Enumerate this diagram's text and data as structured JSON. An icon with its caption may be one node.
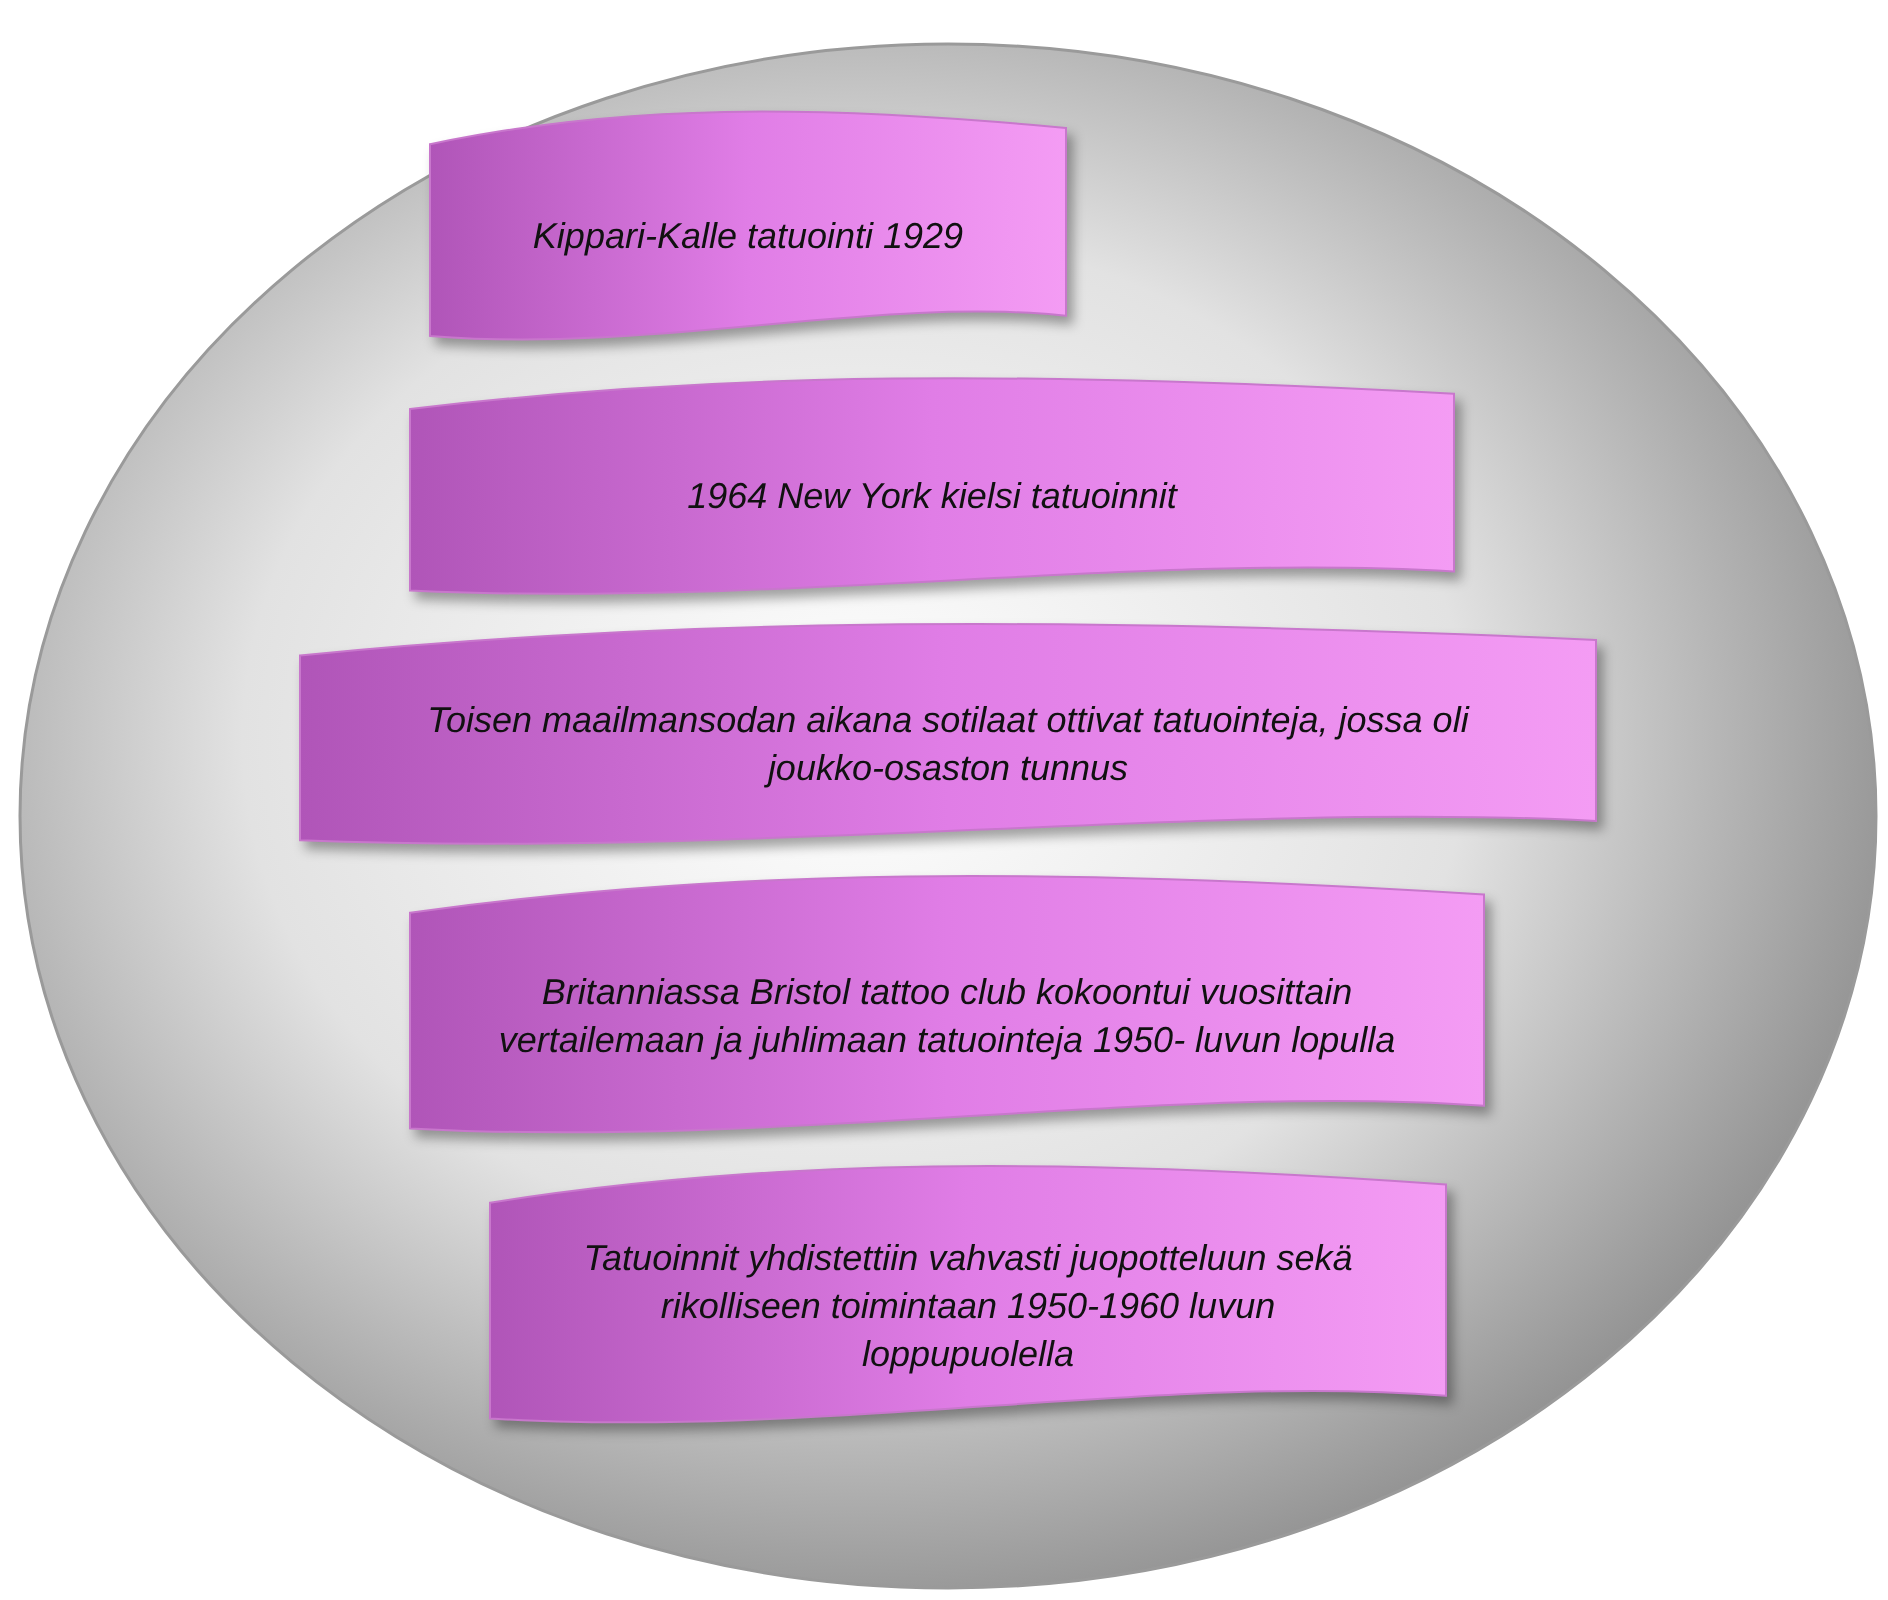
{
  "diagram": {
    "nodes": [
      {
        "text": [],
        "shape": "circle"
      },
      {
        "text": [
          "Kippari-Kalle tatuointi 1929"
        ],
        "in": 0
      },
      {
        "text": [
          "1964 New York kielsi tatuoinnit"
        ],
        "in": 0
      },
      {
        "text": [
          "Toisen maailmansodan aikana sotilaat ottivat tatuointeja, jossa oli joukko-osaston tunnus"
        ],
        "in": 0
      },
      {
        "text": [
          "Britanniassa Bristol tattoo club kokoontui vuosittain vertailemaan ja juhlimaan tatuointeja 1950- luvun lopulla"
        ],
        "in": 0
      },
      {
        "text": [
          "Tatuoinnit yhdistettiin vahvasti juopotteluun sekä rikolliseen toimintaan 1950-1960 luvun loppupuolella"
        ],
        "in": 0
      }
    ]
  }
}
